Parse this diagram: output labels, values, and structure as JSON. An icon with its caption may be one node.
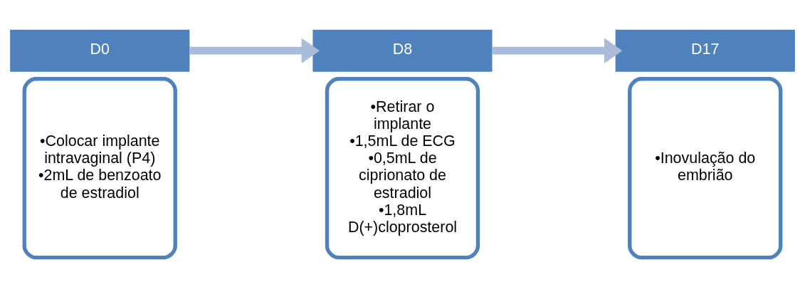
{
  "diagram": {
    "nodes": [
      {
        "text": [
          "D0"
        ]
      },
      {
        "text": [
          "•Colocar implante intravaginal (P4)",
          "•2mL de benzoato de estradiol"
        ]
      },
      {
        "text": [
          "D8"
        ]
      },
      {
        "text": [
          "•Retirar o implante",
          "•1,5mL de ECG",
          "•0,5mL de ciprionato de estradiol",
          "•1,8mL D(+)cloprosterol"
        ]
      },
      {
        "text": [
          "D17"
        ]
      },
      {
        "text": [
          "•Inovulação do embrião"
        ]
      }
    ],
    "edges": [
      {
        "from": 0,
        "to": 2,
        "arrow": "to"
      },
      {
        "from": 2,
        "to": 4,
        "arrow": "to"
      }
    ]
  }
}
